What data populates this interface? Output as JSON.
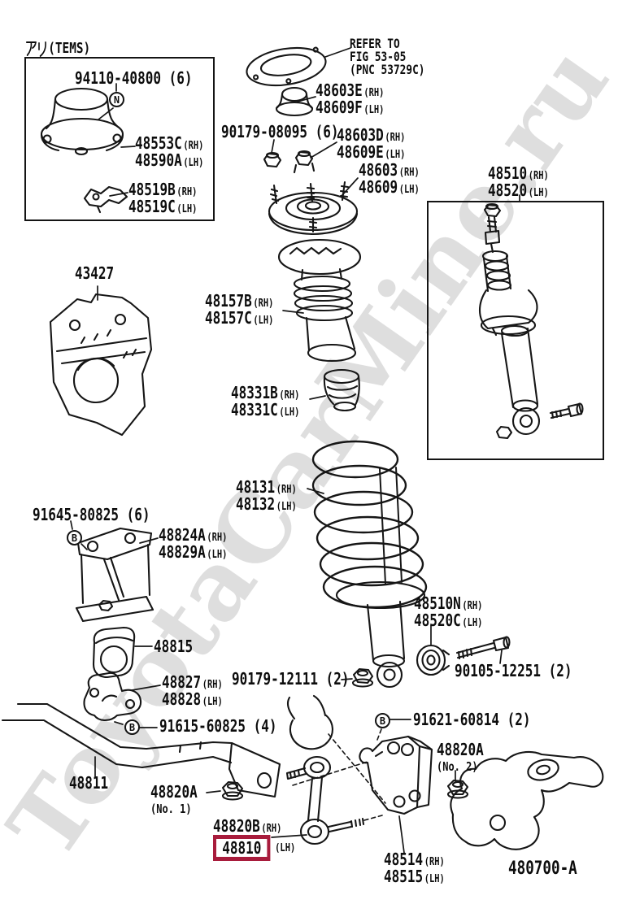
{
  "meta": {
    "watermark": "ToyotaCarMine.ru",
    "figure_code": "480700-A",
    "highlight_color": "#a81c3c",
    "line_color": "#161616"
  },
  "suffix": {
    "rh": "(RH)",
    "lh": "(LH)"
  },
  "markers": {
    "n": "N",
    "b": "B"
  },
  "tems": {
    "title": "アリ(TEMS)",
    "title_kana": "アリ",
    "title_suffix": "(TEMS)"
  },
  "refer_note": {
    "line1": "REFER TO",
    "line2": "FIG 53-05",
    "line3": "(PNC 53729C)"
  },
  "parts": {
    "p94110": "94110-40800 (6)",
    "p48553c": "48553C",
    "p48590a": "48590A",
    "p48519b": "48519B",
    "p48519c": "48519C",
    "p48603e": "48603E",
    "p48609f": "48609F",
    "p90179_08095": "90179-08095 (6)",
    "p48603d": "48603D",
    "p48609e": "48609E",
    "p48603": "48603",
    "p48609": "48609",
    "p48510": "48510",
    "p48520": "48520",
    "p43427": "43427",
    "p48157b": "48157B",
    "p48157c": "48157C",
    "p48331b": "48331B",
    "p48331c": "48331C",
    "p48131": "48131",
    "p48132": "48132",
    "p91645": "91645-80825 (6)",
    "p48824a": "48824A",
    "p48829a": "48829A",
    "p48815": "48815",
    "p48827": "48827",
    "p48828": "48828",
    "p90179_12111": "90179-12111 (2)",
    "p48510n": "48510N",
    "p48520c": "48520C",
    "p90105": "90105-12251 (2)",
    "p91615": "91615-60825 (4)",
    "p91621": "91621-60814 (2)",
    "p48811": "48811",
    "p48820a": "48820A",
    "no1": "(No. 1)",
    "no2": "(No. 2)",
    "p48820b": "48820B",
    "p48810": "48810",
    "p48514": "48514",
    "p48515": "48515"
  }
}
